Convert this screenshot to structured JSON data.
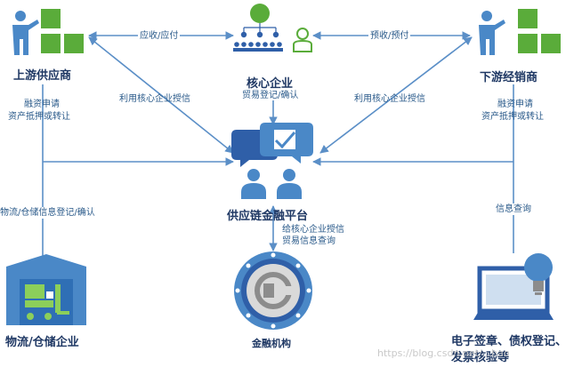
{
  "nodes": {
    "upstream": "上游供应商",
    "core": "核心企业",
    "downstream": "下游经销商",
    "platform": "供应链金融平台",
    "logistics": "物流/仓储企业",
    "finance": "金融机构",
    "esign_line1": "电子签章、债权登记、",
    "esign_line2": "发票核验等"
  },
  "edges": {
    "receivable_payable": "应收/应付",
    "prepaid": "预收/预付",
    "credit_left": "利用核心企业授信",
    "credit_right": "利用核心企业授信",
    "trade_register": "贸易登记/确认",
    "financing_left_1": "融资申请",
    "financing_left_2": "资产抵押或转让",
    "financing_right_1": "融资申请",
    "financing_right_2": "资产抵押或转让",
    "logistics_register": "物流/仓储信息登记/确认",
    "grant_credit": "给核心企业授信",
    "trade_query": "贸易信息查询",
    "info_query": "信息查询"
  },
  "watermark": "https://blog.csdn.net/...hao",
  "colors": {
    "line": "#5b8fc7",
    "blue": "#4a88c7",
    "dark_blue": "#2f5fa8",
    "green": "#5aac3a"
  }
}
